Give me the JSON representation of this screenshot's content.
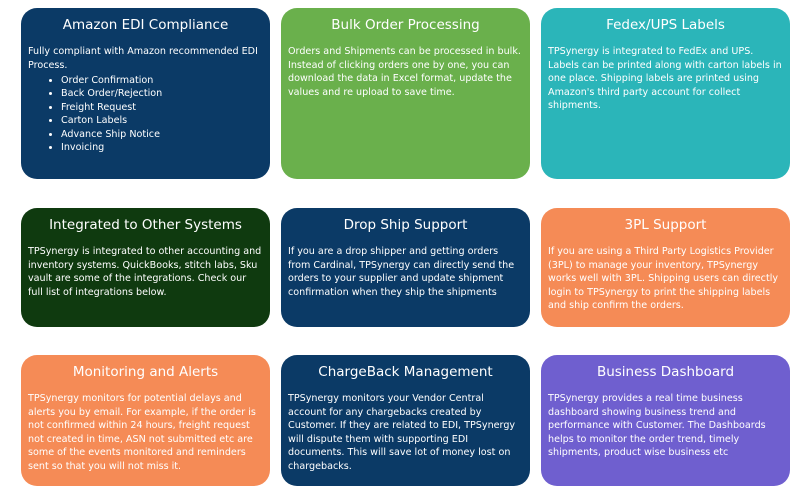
{
  "cards": [
    {
      "title": "Amazon EDI Compliance",
      "body": "Fully compliant with Amazon recommended EDI Process.",
      "items": [
        "Order Confirmation",
        "Back Order/Rejection",
        "Freight Request",
        "Carton Labels",
        "Advance Ship Notice",
        "Invoicing"
      ],
      "color": "#0b3a66"
    },
    {
      "title": "Bulk Order Processing",
      "body": "Orders and Shipments can be processed in bulk. Instead of clicking orders one by one, you can download the data in Excel format, update the values and re upload to save time.",
      "color": "#6ab04c"
    },
    {
      "title": "Fedex/UPS Labels",
      "body": "TPSynergy is integrated to FedEx and UPS. Labels can be printed along with carton labels in one place. Shipping labels are printed using Amazon's third party account for collect shipments.",
      "color": "#2bb5b9"
    },
    {
      "title": "Integrated to Other Systems",
      "body": "TPSynergy is integrated to other accounting and inventory systems. QuickBooks, stitch labs, Sku vault are some of the integrations. Check our full list of integrations below.",
      "color": "#0f3a0f"
    },
    {
      "title": "Drop Ship Support",
      "body": "If you are a drop shipper and getting orders from Cardinal, TPSynergy can directly send the orders to your supplier and update shipment confirmation when they ship the shipments",
      "color": "#0b3a66"
    },
    {
      "title": "3PL Support",
      "body": "If you are using a Third Party Logistics Provider (3PL) to manage your inventory, TPSynergy works well with 3PL. Shipping users can directly login to TPSynergy to print the shipping labels and ship confirm the orders.",
      "color": "#f58b56"
    },
    {
      "title": "Monitoring and Alerts",
      "body": "TPSynergy monitors for potential delays and alerts you by email. For example, if the order is not confirmed within 24 hours, freight request not created in time, ASN not submitted etc are some of the events monitored and reminders sent so that you will not miss it.",
      "color": "#f58b56"
    },
    {
      "title": "ChargeBack Management",
      "body": "TPSynergy monitors your Vendor Central account for any chargebacks created by Customer. If they are related to EDI, TPSynergy will dispute them with supporting EDI documents. This will save lot of money lost on chargebacks.",
      "color": "#0b3a66"
    },
    {
      "title": "Business Dashboard",
      "body": "TPSynergy provides a real time business dashboard showing business trend and performance with Customer. The Dashboards helps to monitor the order trend, timely shipments, product wise business etc",
      "color": "#6f5fcf"
    }
  ]
}
